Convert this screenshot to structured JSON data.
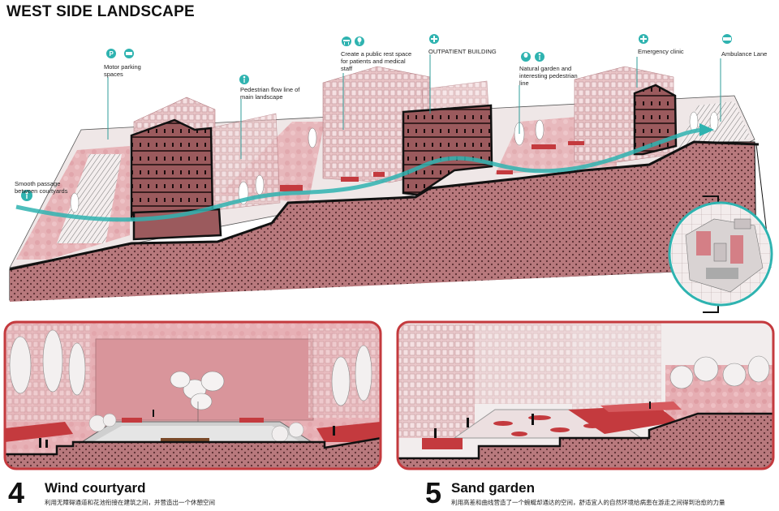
{
  "title": "WEST SIDE LANDSCAPE",
  "colors": {
    "accent": "#2fb3b0",
    "brand_red": "#c43a3e",
    "soil": "#b57a7e",
    "building": "#9a5a5c",
    "pink": "#e8b7bc"
  },
  "annotations": [
    {
      "id": "motor",
      "icon": "parking-icon",
      "text": "Motor parking spaces"
    },
    {
      "id": "pedestrian",
      "icon": "pedestrian-icon",
      "text": "Pedestrian flow line of main landscape"
    },
    {
      "id": "smooth",
      "icon": "walk-icon",
      "text": "Smooth passage between courtyards"
    },
    {
      "id": "rest",
      "icon": "bench-icon",
      "text": "Create a public rest space for patients and medical staff"
    },
    {
      "id": "outpatient",
      "icon": "hospital-icon",
      "text": "OUTPATIENT BUILDING"
    },
    {
      "id": "natural",
      "icon": "tree-icon",
      "text": "Natural garden and interesting pedestrian line"
    },
    {
      "id": "emergency",
      "icon": "hospital-icon",
      "text": "Emergency clinic"
    },
    {
      "id": "ambulance",
      "icon": "ambulance-icon",
      "text": "Ambulance Lane"
    }
  ],
  "panels": [
    {
      "number": "4",
      "title": "Wind courtyard",
      "subtitle": "利用无障碍通道和花池衔接在建筑之间，并营造出一个休憩空间"
    },
    {
      "number": "5",
      "title": "Sand garden",
      "subtitle": "利用高差和曲线营造了一个蜿蜒却通达的空间，舒适宜人的自然环境给病患在游走之间得到治愈的力量"
    }
  ]
}
